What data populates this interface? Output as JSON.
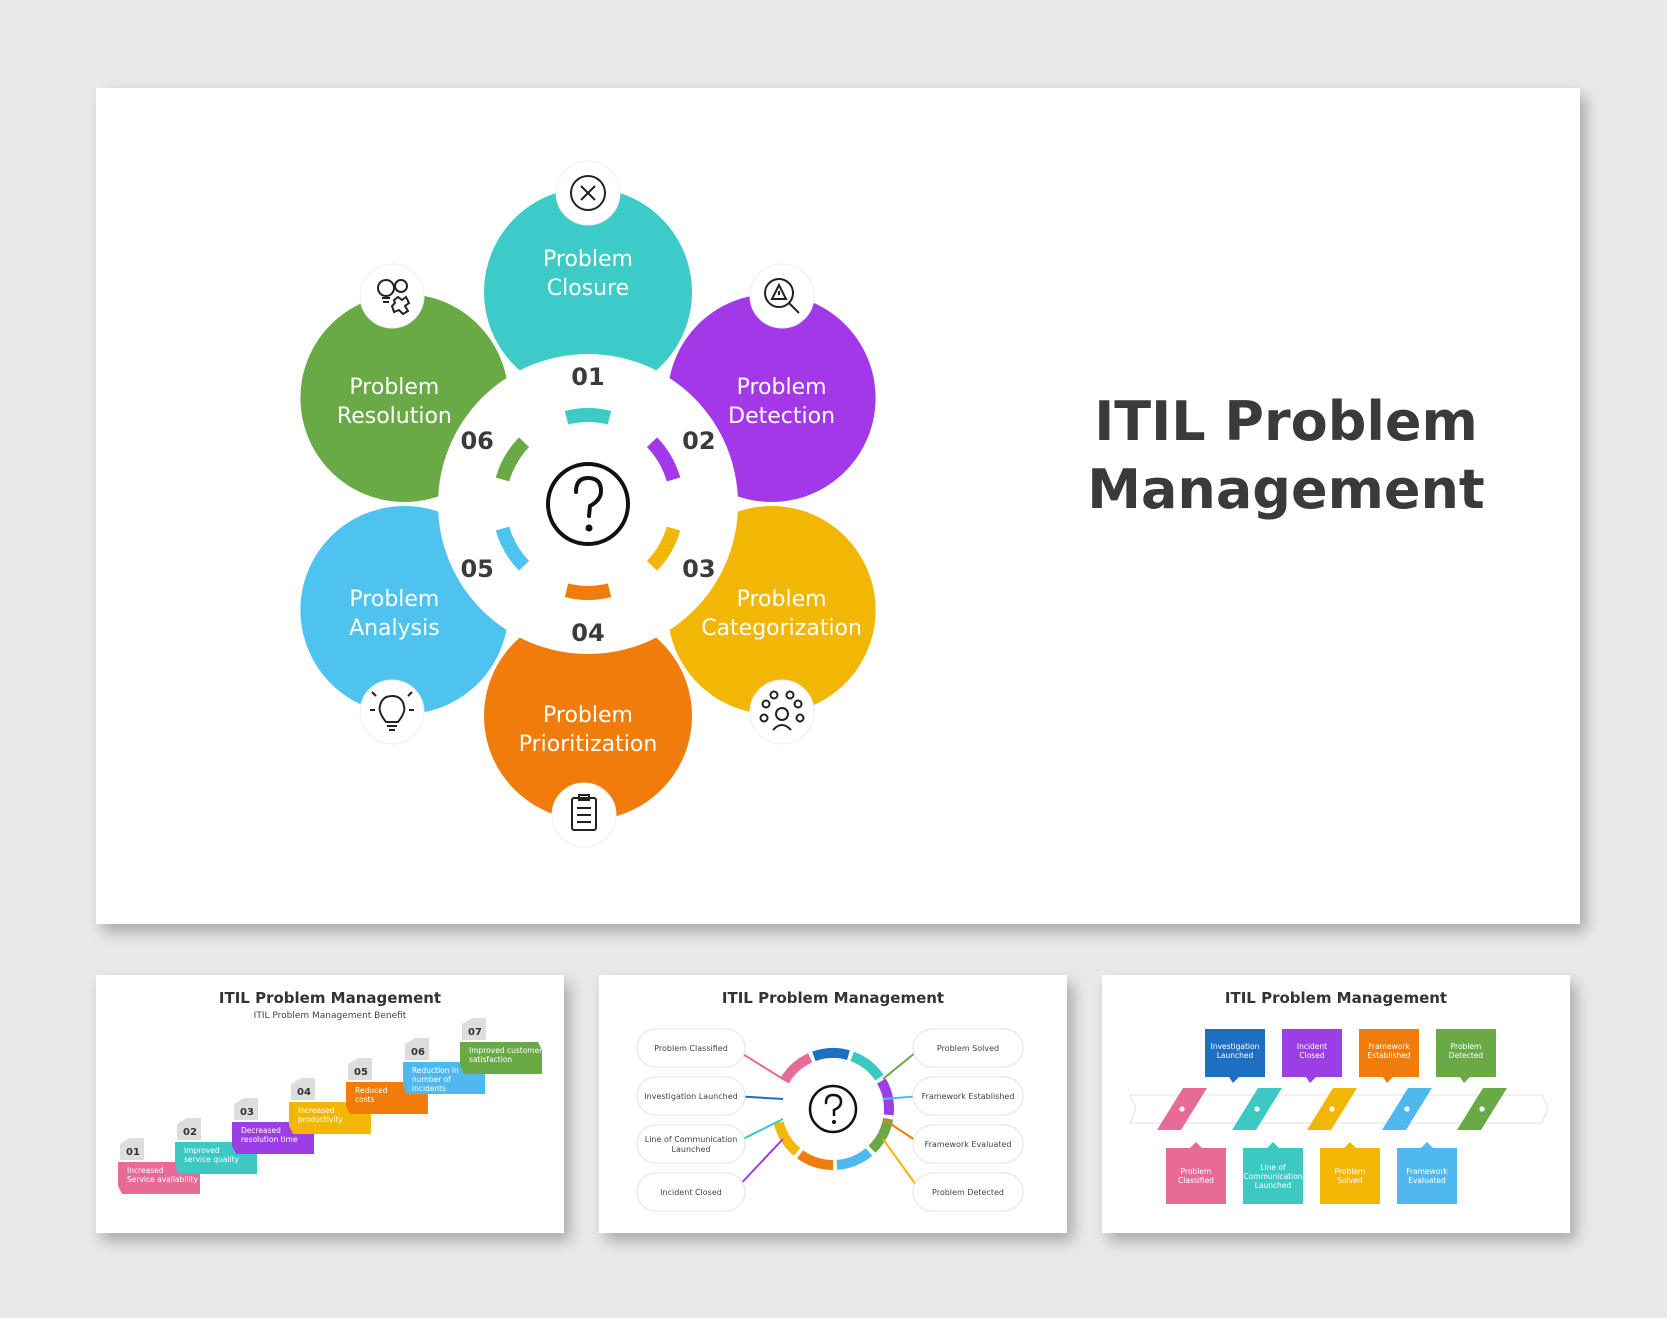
{
  "main": {
    "title": "ITIL Problem Management",
    "center_icon": "question-mark-icon",
    "steps": [
      {
        "num": "01",
        "line1": "Problem",
        "line2": "Closure",
        "color": "#3dcbc7",
        "icon": "close-circle-icon"
      },
      {
        "num": "02",
        "line1": "Problem",
        "line2": "Detection",
        "color": "#a338e9",
        "icon": "warning-magnifier-icon"
      },
      {
        "num": "03",
        "line1": "Problem",
        "line2": "Categorization",
        "color": "#f2b705",
        "icon": "network-person-icon"
      },
      {
        "num": "04",
        "line1": "Problem",
        "line2": "Prioritization",
        "color": "#f07d0b",
        "icon": "checklist-icon"
      },
      {
        "num": "05",
        "line1": "Problem",
        "line2": "Analysis",
        "color": "#4fc3ef",
        "icon": "lightbulb-icon"
      },
      {
        "num": "06",
        "line1": "Problem",
        "line2": "Resolution",
        "color": "#6aaa46",
        "icon": "idea-gears-icon"
      }
    ]
  },
  "thumb1": {
    "title": "ITIL Problem Management",
    "subtitle": "ITIL Problem Management Benefit",
    "steps": [
      {
        "num": "01",
        "line1": "Increased",
        "line2": "Service availability",
        "color": "#e76b97"
      },
      {
        "num": "02",
        "line1": "Improved",
        "line2": "service quality",
        "color": "#3cc9c4"
      },
      {
        "num": "03",
        "line1": "Decreased",
        "line2": "resolution time",
        "color": "#9b3fe4"
      },
      {
        "num": "04",
        "line1": "Increased",
        "line2": "productivity",
        "color": "#f2b705"
      },
      {
        "num": "05",
        "line1": "Reduced",
        "line2": "costs",
        "color": "#f07d0b"
      },
      {
        "num": "06",
        "line1": "Reduction in",
        "line2": "number of",
        "line3": "incidents",
        "color": "#4fb9ef"
      },
      {
        "num": "07",
        "line1": "Improved customer",
        "line2": "satisfaction",
        "color": "#6aaa46"
      }
    ]
  },
  "thumb2": {
    "title": "ITIL Problem Management",
    "left": [
      {
        "line1": "Problem Classified",
        "line2": "",
        "color": "#e76b97"
      },
      {
        "line1": "Investigation Launched",
        "line2": "",
        "color": "#1e6fc2"
      },
      {
        "line1": "Line of Communication",
        "line2": "Launched",
        "color": "#3cc9c4"
      },
      {
        "line1": "Incident Closed",
        "line2": "",
        "color": "#9b3fe4"
      }
    ],
    "right": [
      {
        "line1": "Problem Solved",
        "color": "#6aaa46"
      },
      {
        "line1": "Framework Established",
        "color": "#4fb9ef"
      },
      {
        "line1": "Framework Evaluated",
        "color": "#f07d0b"
      },
      {
        "line1": "Problem Detected",
        "color": "#f2b705"
      }
    ]
  },
  "thumb3": {
    "title": "ITIL Problem Management",
    "top": [
      {
        "line1": "Investigation",
        "line2": "Launched",
        "color": "#1e6fc2"
      },
      {
        "line1": "Incident",
        "line2": "Closed",
        "color": "#9b3fe4"
      },
      {
        "line1": "Framework",
        "line2": "Established",
        "color": "#f07d0b"
      },
      {
        "line1": "Problem",
        "line2": "Detected",
        "color": "#6aaa46"
      }
    ],
    "bottom": [
      {
        "line1": "Problem",
        "line2": "Classified",
        "line3": "",
        "color": "#e76b97"
      },
      {
        "line1": "Line of",
        "line2": "Communication",
        "line3": "Launched",
        "color": "#3cc9c4"
      },
      {
        "line1": "Problem",
        "line2": "Solved",
        "line3": "",
        "color": "#f2b705"
      },
      {
        "line1": "Framework",
        "line2": "Evaluated",
        "line3": "",
        "color": "#4fb9ef"
      }
    ],
    "band_colors": [
      "#e76b97",
      "#3cc9c4",
      "#f2b705",
      "#4fb9ef",
      "#6aaa46"
    ]
  }
}
